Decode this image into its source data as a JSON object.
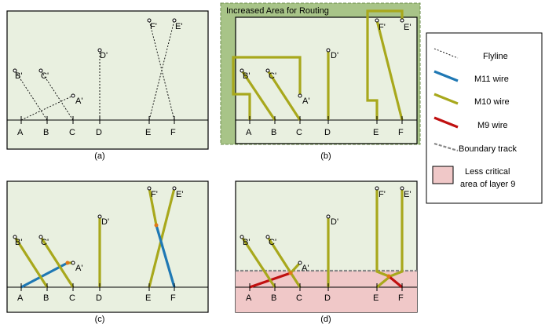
{
  "colors": {
    "panel_fill": "#e9f0e0",
    "panel_border": "#000000",
    "routing_area_fill": "#a8c488",
    "routing_area_border": "#6e8f4c",
    "m11": "#1f78b4",
    "m10": "#a8a81c",
    "m9": "#c01010",
    "less_critical": "#f0c8c8",
    "boundary_track": "#888888",
    "via": "#e07818"
  },
  "panels": {
    "a": {
      "caption": "(a)"
    },
    "b": {
      "caption": "(b)",
      "area_label": "Increased Area for Routing"
    },
    "c": {
      "caption": "(c)"
    },
    "d": {
      "caption": "(d)"
    }
  },
  "pins": {
    "bottom": [
      "A",
      "B",
      "C",
      "D",
      "E",
      "F"
    ],
    "top": [
      "A'",
      "B'",
      "C'",
      "D'",
      "E'",
      "F'"
    ]
  },
  "legend": {
    "items": [
      {
        "key": "flyline",
        "label": "Flyline"
      },
      {
        "key": "m11",
        "label": "M11 wire"
      },
      {
        "key": "m10",
        "label": "M10 wire"
      },
      {
        "key": "m9",
        "label": "M9 wire"
      },
      {
        "key": "boundary",
        "label": "Boundary track"
      },
      {
        "key": "less_critical",
        "label_line1": "Less critical",
        "label_line2": "area of layer 9"
      }
    ]
  }
}
